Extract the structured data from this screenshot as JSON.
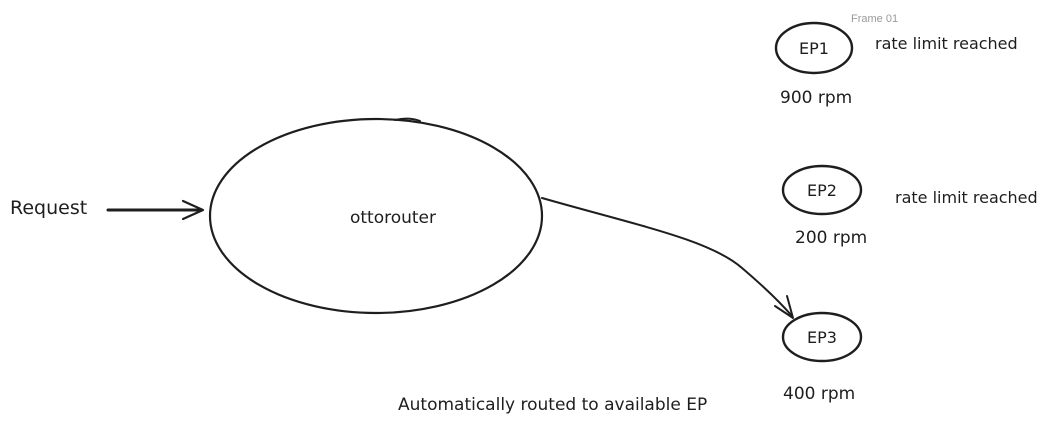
{
  "frame": {
    "label": "Frame 01"
  },
  "request": {
    "label": "Request"
  },
  "router": {
    "label": "ottorouter"
  },
  "endpoints": [
    {
      "id": "ep1",
      "label": "EP1",
      "rate": "900 rpm",
      "status": "rate limit reached"
    },
    {
      "id": "ep2",
      "label": "EP2",
      "rate": "200 rpm",
      "status": "rate limit reached"
    },
    {
      "id": "ep3",
      "label": "EP3",
      "rate": "400 rpm",
      "status": ""
    }
  ],
  "routing_note": "Automatically routed to available EP",
  "colors": {
    "ink": "#1e1e1e",
    "frame_label": "#9a9a9a",
    "background": "#ffffff"
  }
}
